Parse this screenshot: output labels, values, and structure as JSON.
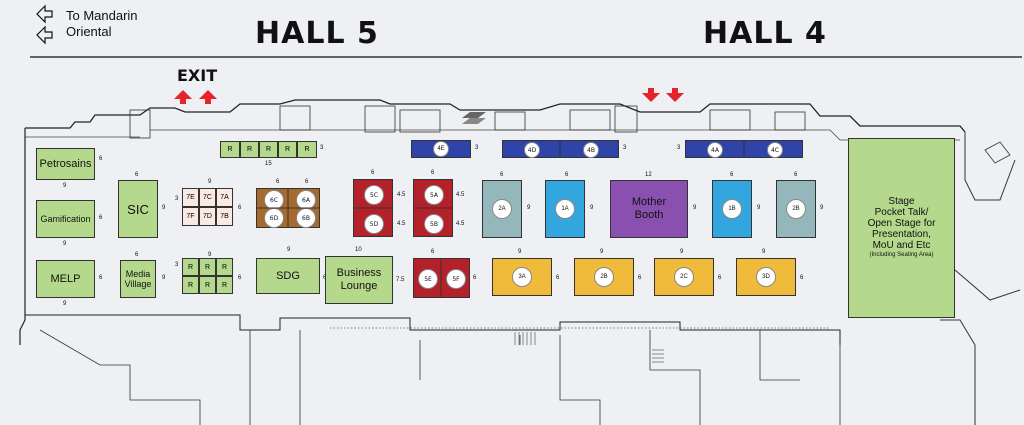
{
  "header": {
    "direction_line1": "To Mandarin",
    "direction_line2": "Oriental",
    "hall5": "HALL 5",
    "hall4": "HALL 4",
    "exit": "EXIT"
  },
  "colors": {
    "green": "#b4d98c",
    "blue": "#2f44a8",
    "red": "#b5212a",
    "brown": "#a66a2e",
    "orange": "#f0bb3a",
    "lightblue": "#33a6e0",
    "teal": "#93b7ba",
    "purple": "#8a50b0",
    "cream": "#fbeae3"
  },
  "booths": {
    "petrosains": "Petrosains",
    "gamification": "Gamification",
    "melp": "MELP",
    "sic": "SIC",
    "media_village_1": "Media",
    "media_village_2": "Village",
    "sdg": "SDG",
    "business_lounge_1": "Business",
    "business_lounge_2": "Lounge",
    "mother_booth_1": "Mother",
    "mother_booth_2": "Booth",
    "stage_lines": [
      "Stage",
      "Pocket Talk/",
      "Open Stage for",
      "Presentation,",
      "MoU and Etc"
    ],
    "stage_note": "(Including Seating Area)"
  },
  "codes": {
    "c5c": "5C",
    "c5a": "5A",
    "c5d": "5D",
    "c5b": "5B",
    "c5e": "5E",
    "c5f": "5F",
    "c6c": "6C",
    "c6a": "6A",
    "c6d": "6D",
    "c6b": "6B",
    "c7e": "7E",
    "c7c": "7C",
    "c7a": "7A",
    "c7f": "7F",
    "c7d": "7D",
    "c7b": "7B",
    "c4e": "4E",
    "c4d": "4D",
    "c4b": "4B",
    "c4a": "4A",
    "c4c": "4C",
    "c2a": "2A",
    "c1a": "1A",
    "c1b": "1B",
    "c2b": "2B",
    "c3a": "3A",
    "c2b2": "2B",
    "c2c": "2C",
    "c3d": "3D",
    "r": "R"
  },
  "dims": {
    "d6": "6",
    "d9": "9",
    "d3": "3",
    "d15": "15",
    "d10": "10",
    "d12": "12",
    "d45": "4.5",
    "d75": "7.5"
  }
}
